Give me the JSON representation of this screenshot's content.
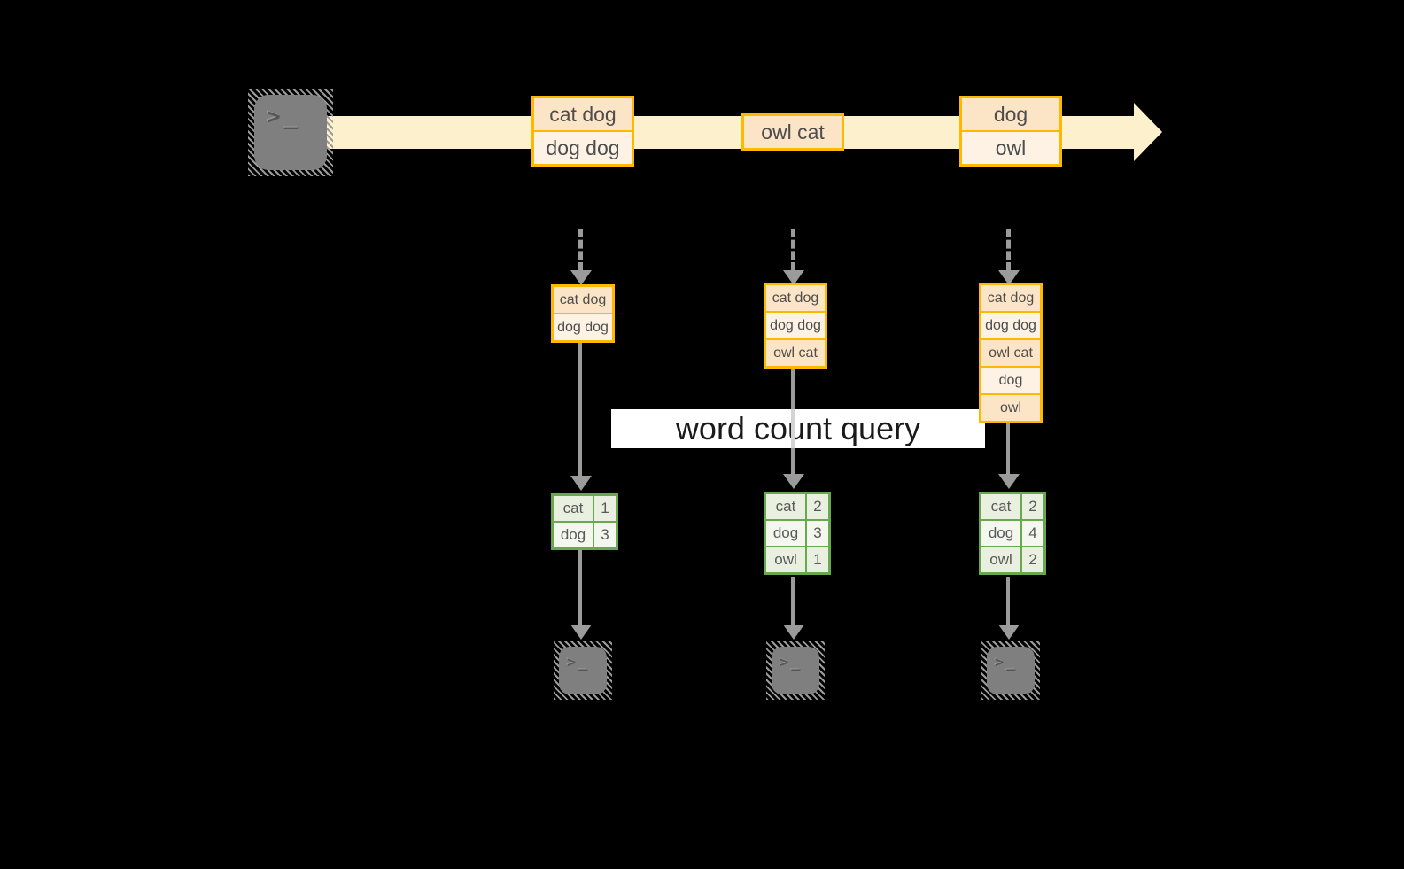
{
  "query_label": "word count query",
  "icons": {
    "terminal_prompt": ">_"
  },
  "stream_messages": [
    {
      "lines": [
        "cat dog",
        "dog dog"
      ]
    },
    {
      "lines": [
        "owl cat"
      ]
    },
    {
      "lines": [
        "dog",
        "owl"
      ]
    }
  ],
  "columns": [
    {
      "buffer": [
        "cat dog",
        "dog dog"
      ],
      "counts": [
        {
          "word": "cat",
          "count": "1"
        },
        {
          "word": "dog",
          "count": "3"
        }
      ]
    },
    {
      "buffer": [
        "cat dog",
        "dog dog",
        "owl cat"
      ],
      "counts": [
        {
          "word": "cat",
          "count": "2"
        },
        {
          "word": "dog",
          "count": "3"
        },
        {
          "word": "owl",
          "count": "1"
        }
      ]
    },
    {
      "buffer": [
        "cat dog",
        "dog dog",
        "owl cat",
        "dog",
        "owl"
      ],
      "counts": [
        {
          "word": "cat",
          "count": "2"
        },
        {
          "word": "dog",
          "count": "4"
        },
        {
          "word": "owl",
          "count": "2"
        }
      ]
    }
  ],
  "colors": {
    "background": "#000000",
    "stream_band": "#fcf0cd",
    "box_border": "#fcb900",
    "box_fill_dark": "#fce4c6",
    "box_fill_light": "#fdf2e4",
    "table_border": "#6aa84f",
    "table_fill_a": "#e9f0e0",
    "table_fill_b": "#f3f7ee",
    "arrow_gray": "#9b9b9b",
    "terminal_gray": "#7f7f7f",
    "label_bg": "#ffffff"
  }
}
